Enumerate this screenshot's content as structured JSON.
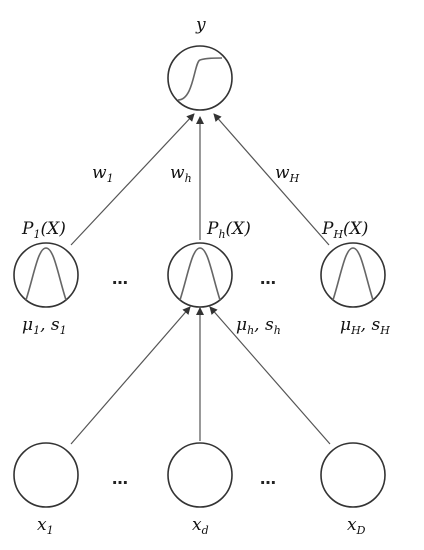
{
  "output": {
    "label": "y"
  },
  "weights": [
    {
      "base": "w",
      "sub": "1"
    },
    {
      "base": "w",
      "sub": "h"
    },
    {
      "base": "w",
      "sub": "H"
    }
  ],
  "hidden_nodes": [
    {
      "p_base": "P",
      "p_sub": "1",
      "p_arg": "(X)",
      "mu": "μ",
      "mu_sub": "1",
      "s": "s",
      "s_sub": "1"
    },
    {
      "p_base": "P",
      "p_sub": "h",
      "p_arg": "(X)",
      "mu": "μ",
      "mu_sub": "h",
      "s": "s",
      "s_sub": "h"
    },
    {
      "p_base": "P",
      "p_sub": "H",
      "p_arg": "(X)",
      "mu": "μ",
      "mu_sub": "H",
      "s": "s",
      "s_sub": "H"
    }
  ],
  "input_nodes": [
    {
      "base": "x",
      "sub": "1"
    },
    {
      "base": "x",
      "sub": "d"
    },
    {
      "base": "x",
      "sub": "D"
    }
  ],
  "ellipsis": "…"
}
